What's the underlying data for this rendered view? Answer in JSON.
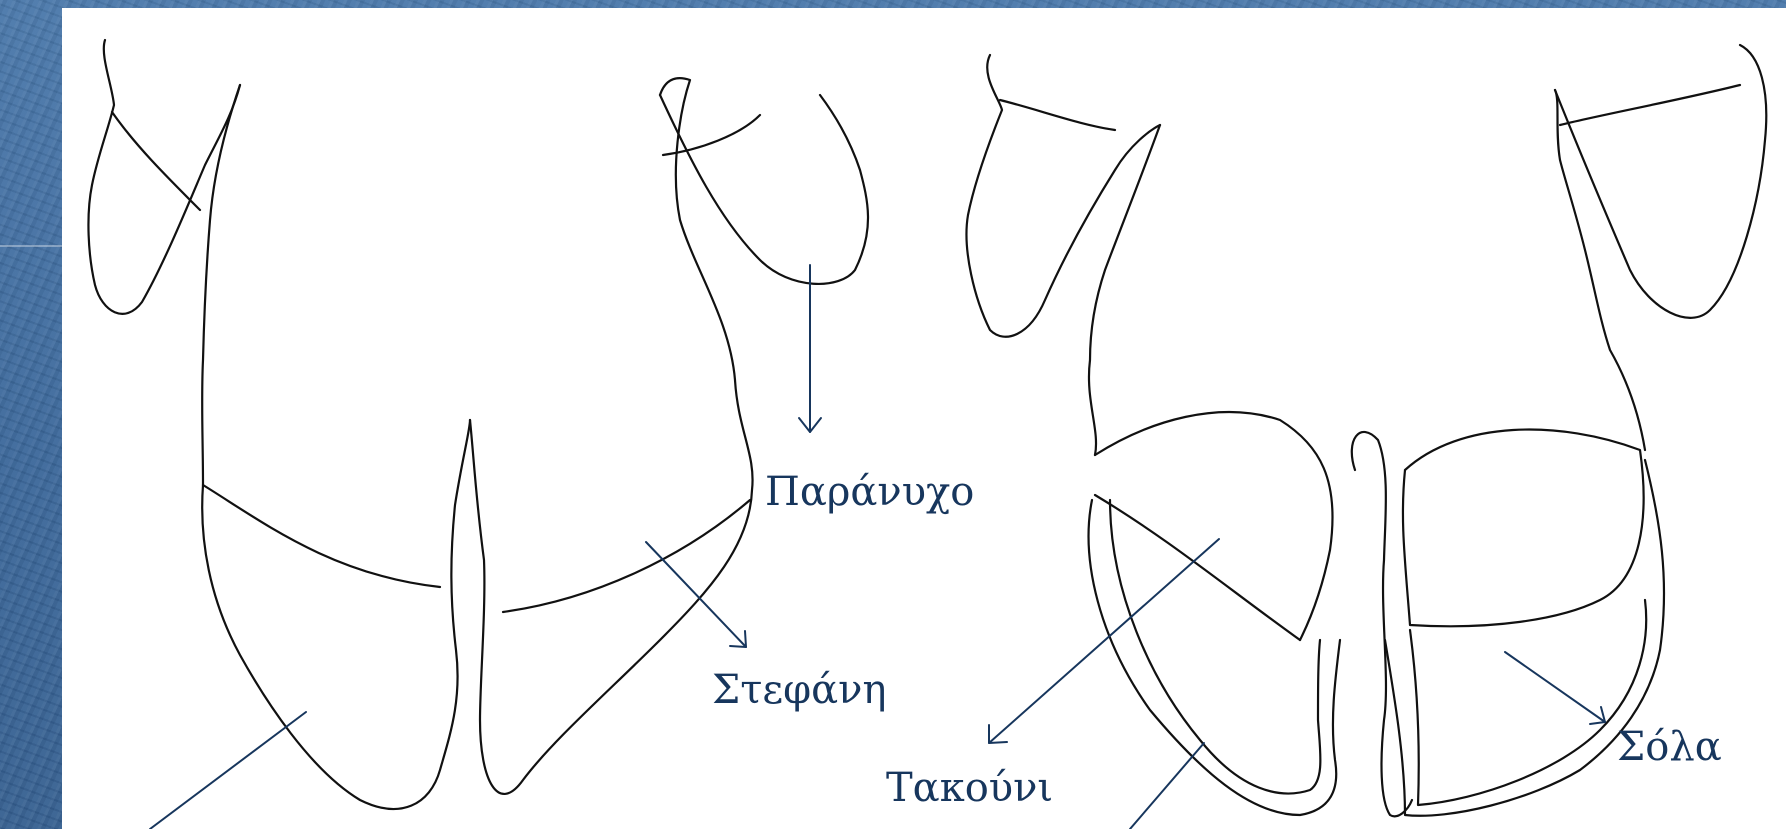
{
  "labels": {
    "paranycho": "Παράνυχο",
    "stefani": "Στεφάνη",
    "takouni": "Τακούνι",
    "sola": "Σόλα"
  },
  "colors": {
    "background": "#3e6a9c",
    "panel": "#ffffff",
    "label_text": "#17365d",
    "arrow": "#17365d",
    "sketch_line": "#111111"
  }
}
